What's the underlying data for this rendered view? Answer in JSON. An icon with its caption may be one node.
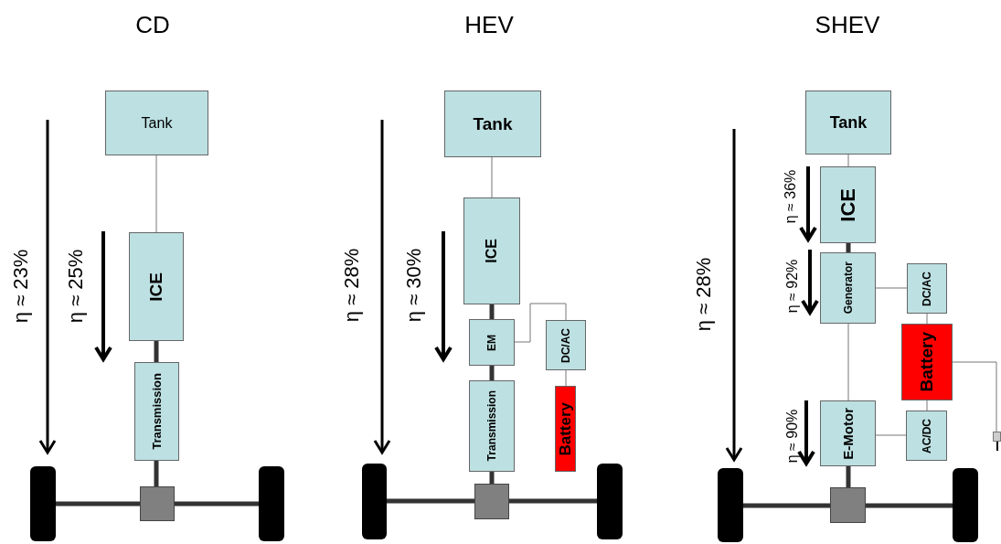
{
  "diagram": {
    "nodes": [
      {
        "text": [
          "Tank"
        ]
      },
      {
        "text": [
          "ICE"
        ]
      },
      {
        "text": [
          "Transmission"
        ]
      },
      {
        "text": [],
        "shape": "box"
      },
      {
        "text": [],
        "shape": "bar"
      },
      {
        "text": [],
        "shape": "bar"
      },
      {
        "text": [
          "Tank"
        ]
      },
      {
        "text": [
          "ICE"
        ]
      },
      {
        "text": [
          "EM"
        ]
      },
      {
        "text": [
          "DC/AC"
        ]
      },
      {
        "text": [
          "Transmission"
        ]
      },
      {
        "text": [
          "Battery"
        ]
      },
      {
        "text": [],
        "shape": "box"
      },
      {
        "text": [],
        "shape": "bar"
      },
      {
        "text": [],
        "shape": "bar"
      },
      {
        "text": [
          "Tank"
        ]
      },
      {
        "text": [
          "ICE"
        ]
      },
      {
        "text": [
          "Generator"
        ]
      },
      {
        "text": [
          "DC/AC"
        ]
      },
      {
        "text": [
          "Battery"
        ]
      },
      {
        "text": [
          "E-Motor"
        ]
      },
      {
        "text": [
          "AC/DC"
        ]
      },
      {
        "text": [],
        "shape": "box"
      },
      {
        "text": [],
        "shape": "box"
      },
      {
        "text": [],
        "shape": "bar"
      },
      {
        "text": [],
        "shape": "bar"
      }
    ],
    "edges": [
      {
        "from": 0,
        "to": 1,
        "arrow": "none",
        "color": "#777777"
      },
      {
        "from": 1,
        "to": 2,
        "arrow": "none"
      },
      {
        "from": 2,
        "to": 3,
        "arrow": "none"
      },
      {
        "from": 4,
        "to": 3,
        "arrow": "none"
      },
      {
        "from": 3,
        "to": 5,
        "arrow": "none"
      },
      {
        "from": 6,
        "to": 7,
        "arrow": "none",
        "color": "#777777"
      },
      {
        "from": 7,
        "to": 8,
        "arrow": "none"
      },
      {
        "from": 8,
        "to": 10,
        "arrow": "none"
      },
      {
        "from": 8,
        "to": 9,
        "arrow": "none",
        "color": "#777777"
      },
      {
        "from": 9,
        "to": 11,
        "arrow": "none",
        "color": "#777777"
      },
      {
        "from": 10,
        "to": 12,
        "arrow": "none"
      },
      {
        "from": 13,
        "to": 12,
        "arrow": "none"
      },
      {
        "from": 12,
        "to": 14,
        "arrow": "none"
      },
      {
        "from": 15,
        "to": 16,
        "arrow": "none",
        "color": "#777777"
      },
      {
        "from": 16,
        "to": 17,
        "arrow": "none"
      },
      {
        "from": 17,
        "to": 18,
        "arrow": "none",
        "color": "#777777"
      },
      {
        "from": 18,
        "to": 19,
        "arrow": "none",
        "color": "#777777"
      },
      {
        "from": 17,
        "to": 20,
        "arrow": "none",
        "color": "#777777"
      },
      {
        "from": 19,
        "to": 21,
        "arrow": "none",
        "color": "#777777"
      },
      {
        "from": 20,
        "to": 21,
        "arrow": "none",
        "color": "#777777"
      },
      {
        "from": 19,
        "to": 22,
        "arrow": "none",
        "color": "#777777"
      },
      {
        "from": 20,
        "to": 23,
        "arrow": "none"
      },
      {
        "from": 24,
        "to": 23,
        "arrow": "none"
      },
      {
        "from": 23,
        "to": 25,
        "arrow": "none"
      }
    ],
    "labels": [
      "CD",
      "HEV",
      "SHEV",
      "η ≈ 23%",
      "η ≈ 25%",
      "η ≈ 28%",
      "η ≈ 30%",
      "η ≈ 28%",
      "η ≈ 36%",
      "η ≈ 92%",
      "η ≈ 90%"
    ]
  }
}
